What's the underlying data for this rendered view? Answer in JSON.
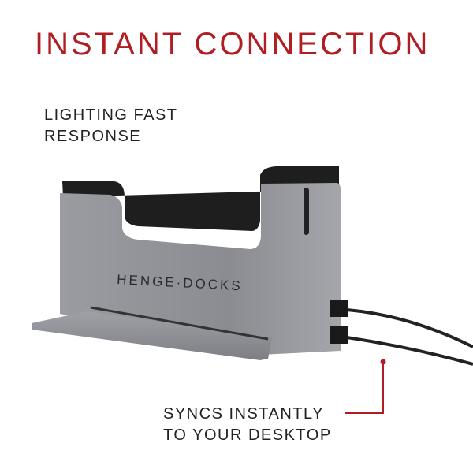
{
  "headline": "INSTANT CONNECTION",
  "callout_top": {
    "line1": "LIGHTING FAST",
    "line2": "RESPONSE"
  },
  "callout_bottom": {
    "line1": "SYNCS INSTANTLY",
    "line2": "TO YOUR DESKTOP"
  },
  "product": {
    "brand_text": "HENGE·DOCKS"
  },
  "colors": {
    "accent": "#b01e23",
    "body": "#8e9096",
    "rim": "#1e1e1e"
  }
}
